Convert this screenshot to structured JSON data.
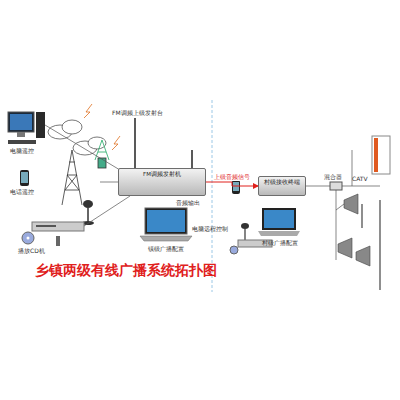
{
  "diagram": {
    "title": "乡镇两级有线广播系统拓扑图",
    "nodes": [
      {
        "text": [
          "FM调频发射机"
        ]
      },
      {
        "text": [
          "村级接收终端"
        ]
      }
    ],
    "edges": [
      {
        "from": 0,
        "to": 1,
        "label": "上级音频信号",
        "arrow": "to"
      }
    ],
    "labels": [
      "电脑遥控",
      "电话遥控",
      "播放CD机",
      "镇级广播配置",
      "电脑远程控制",
      "村级广播配置",
      "混合器",
      "CATV",
      "FM调频上级发射台",
      "音频输出"
    ]
  }
}
